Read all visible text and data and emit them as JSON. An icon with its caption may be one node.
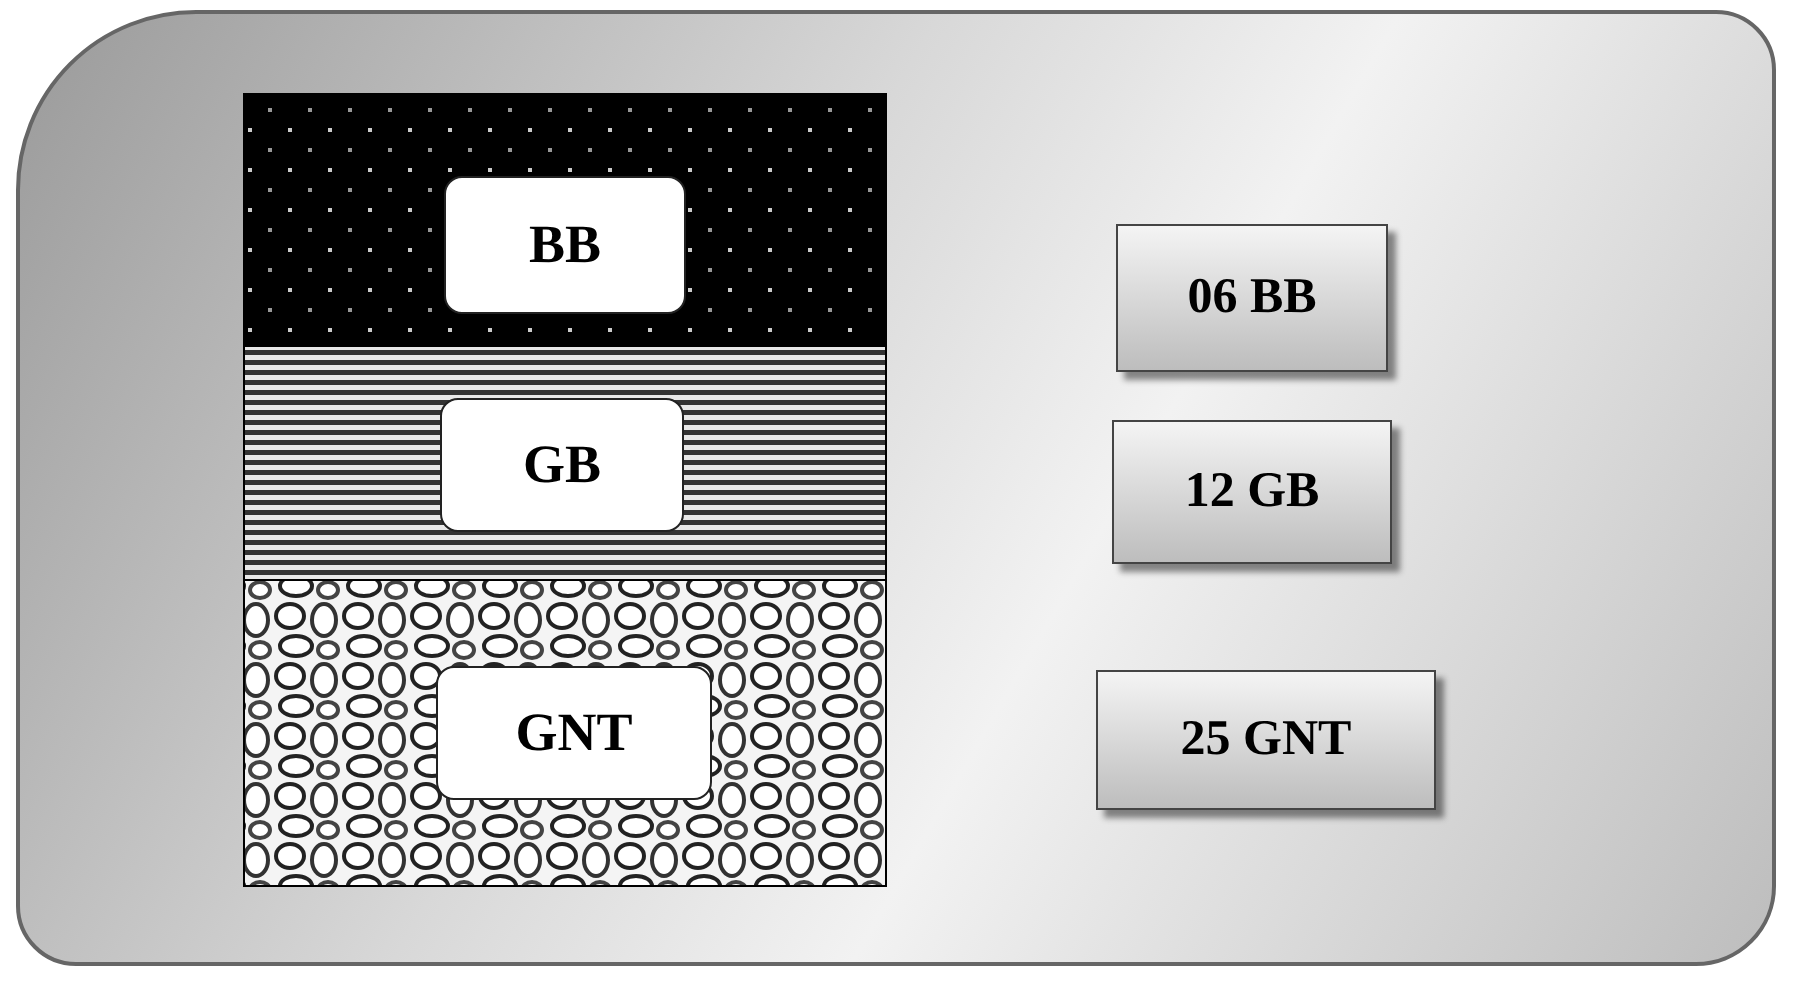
{
  "diagram": {
    "nodes": [
      {
        "text": [
          "BB"
        ]
      },
      {
        "text": [
          "GB"
        ]
      },
      {
        "text": [
          "GNT"
        ]
      },
      {
        "text": [
          "06 BB"
        ]
      },
      {
        "text": [
          "12 GB"
        ]
      },
      {
        "text": [
          "25 GNT"
        ]
      }
    ],
    "edges": []
  }
}
